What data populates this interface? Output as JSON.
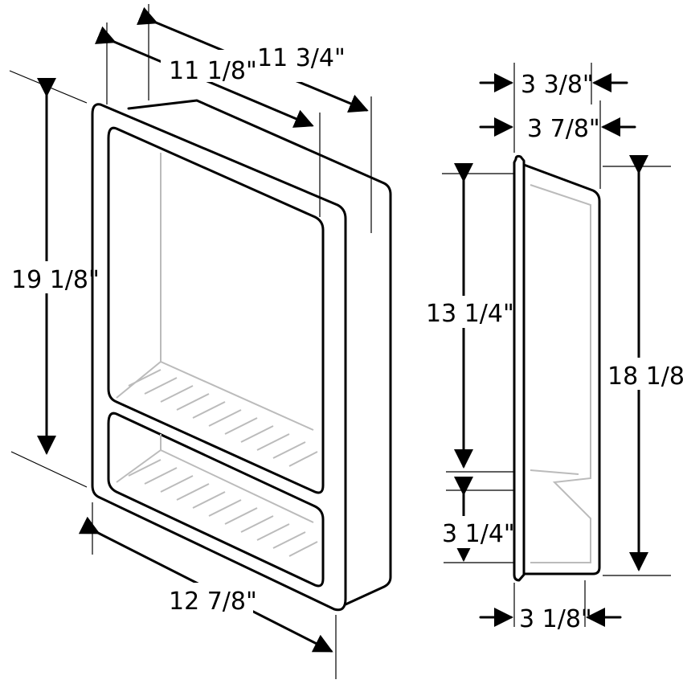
{
  "front_view": {
    "depth_inner": "11 1/8\"",
    "depth_outer": "11 3/4\"",
    "height": "19 1/8\"",
    "width": "12 7/8\""
  },
  "side_view": {
    "depth_inner": "3 3/8\"",
    "depth_outer": "3 7/8\"",
    "upper_opening": "13 1/4\"",
    "overall_height": "18 1/8\"",
    "lower_opening": "3 1/4\"",
    "bottom_depth": "3 1/8\""
  }
}
